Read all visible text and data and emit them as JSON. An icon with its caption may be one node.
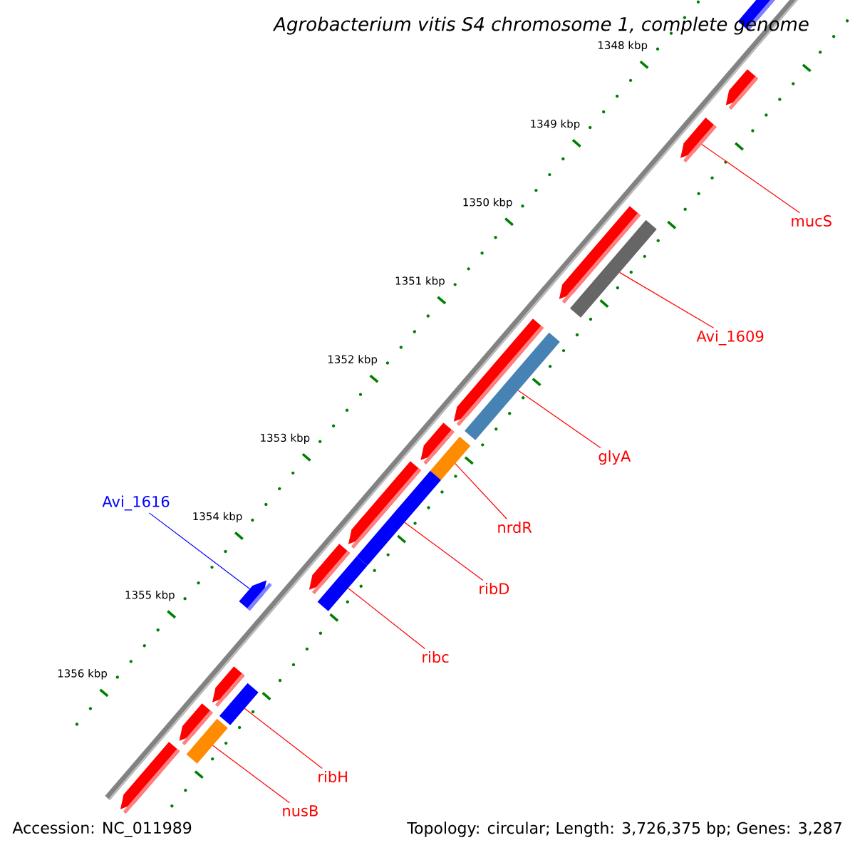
{
  "diagram": {
    "title": "Agrobacterium vitis S4 chromosome 1, complete genome",
    "nodes": [
      {
        "text": [
          "mucS"
        ]
      },
      {
        "text": [],
        "shape": "arrow"
      },
      {
        "text": [
          "Avi_1609"
        ]
      },
      {
        "text": [],
        "shape": "bar"
      },
      {
        "text": [
          "glyA"
        ]
      },
      {
        "text": [],
        "shape": "bar"
      },
      {
        "text": [
          "nrdR"
        ]
      },
      {
        "text": [],
        "shape": "bar"
      },
      {
        "text": [
          "Avi_1616"
        ]
      },
      {
        "text": [],
        "shape": "arrow"
      },
      {
        "text": [
          "ribD"
        ]
      },
      {
        "text": [],
        "shape": "bar"
      },
      {
        "text": [
          "ribc"
        ]
      },
      {
        "text": [],
        "shape": "bar"
      },
      {
        "text": [
          "ribH"
        ]
      },
      {
        "text": [],
        "shape": "bar"
      },
      {
        "text": [
          "nusB"
        ]
      },
      {
        "text": [],
        "shape": "bar"
      },
      {
        "text": [],
        "shape": "arrow"
      },
      {
        "text": [],
        "shape": "arrow"
      },
      {
        "text": [],
        "shape": "arrow"
      },
      {
        "text": [],
        "shape": "arrow"
      },
      {
        "text": [],
        "shape": "arrow"
      },
      {
        "text": [],
        "shape": "arrow"
      },
      {
        "text": [],
        "shape": "arrow"
      },
      {
        "text": [],
        "shape": "arrow"
      },
      {
        "text": [],
        "shape": "arrow"
      },
      {
        "text": [],
        "shape": "arrow"
      }
    ],
    "edges": [
      {
        "from": 0,
        "to": 1,
        "arrow": "none"
      },
      {
        "from": 2,
        "to": 3,
        "arrow": "none"
      },
      {
        "from": 4,
        "to": 5,
        "arrow": "none"
      },
      {
        "from": 6,
        "to": 7,
        "arrow": "none"
      },
      {
        "from": 8,
        "to": 9,
        "arrow": "none",
        "color": "#0000ff"
      },
      {
        "from": 10,
        "to": 11,
        "arrow": "none"
      },
      {
        "from": 12,
        "to": 13,
        "arrow": "none"
      },
      {
        "from": 14,
        "to": 15,
        "arrow": "none"
      },
      {
        "from": 16,
        "to": 17,
        "arrow": "none"
      }
    ],
    "labels": [
      "1348 kbp",
      "1349 kbp",
      "1350 kbp",
      "1351 kbp",
      "1352 kbp",
      "1353 kbp",
      "1354 kbp",
      "1355 kbp",
      "1356 kbp",
      "Accession: NC_011989",
      "Topology: circular; Length: 3,726,375 bp; Genes: 3,287"
    ]
  }
}
